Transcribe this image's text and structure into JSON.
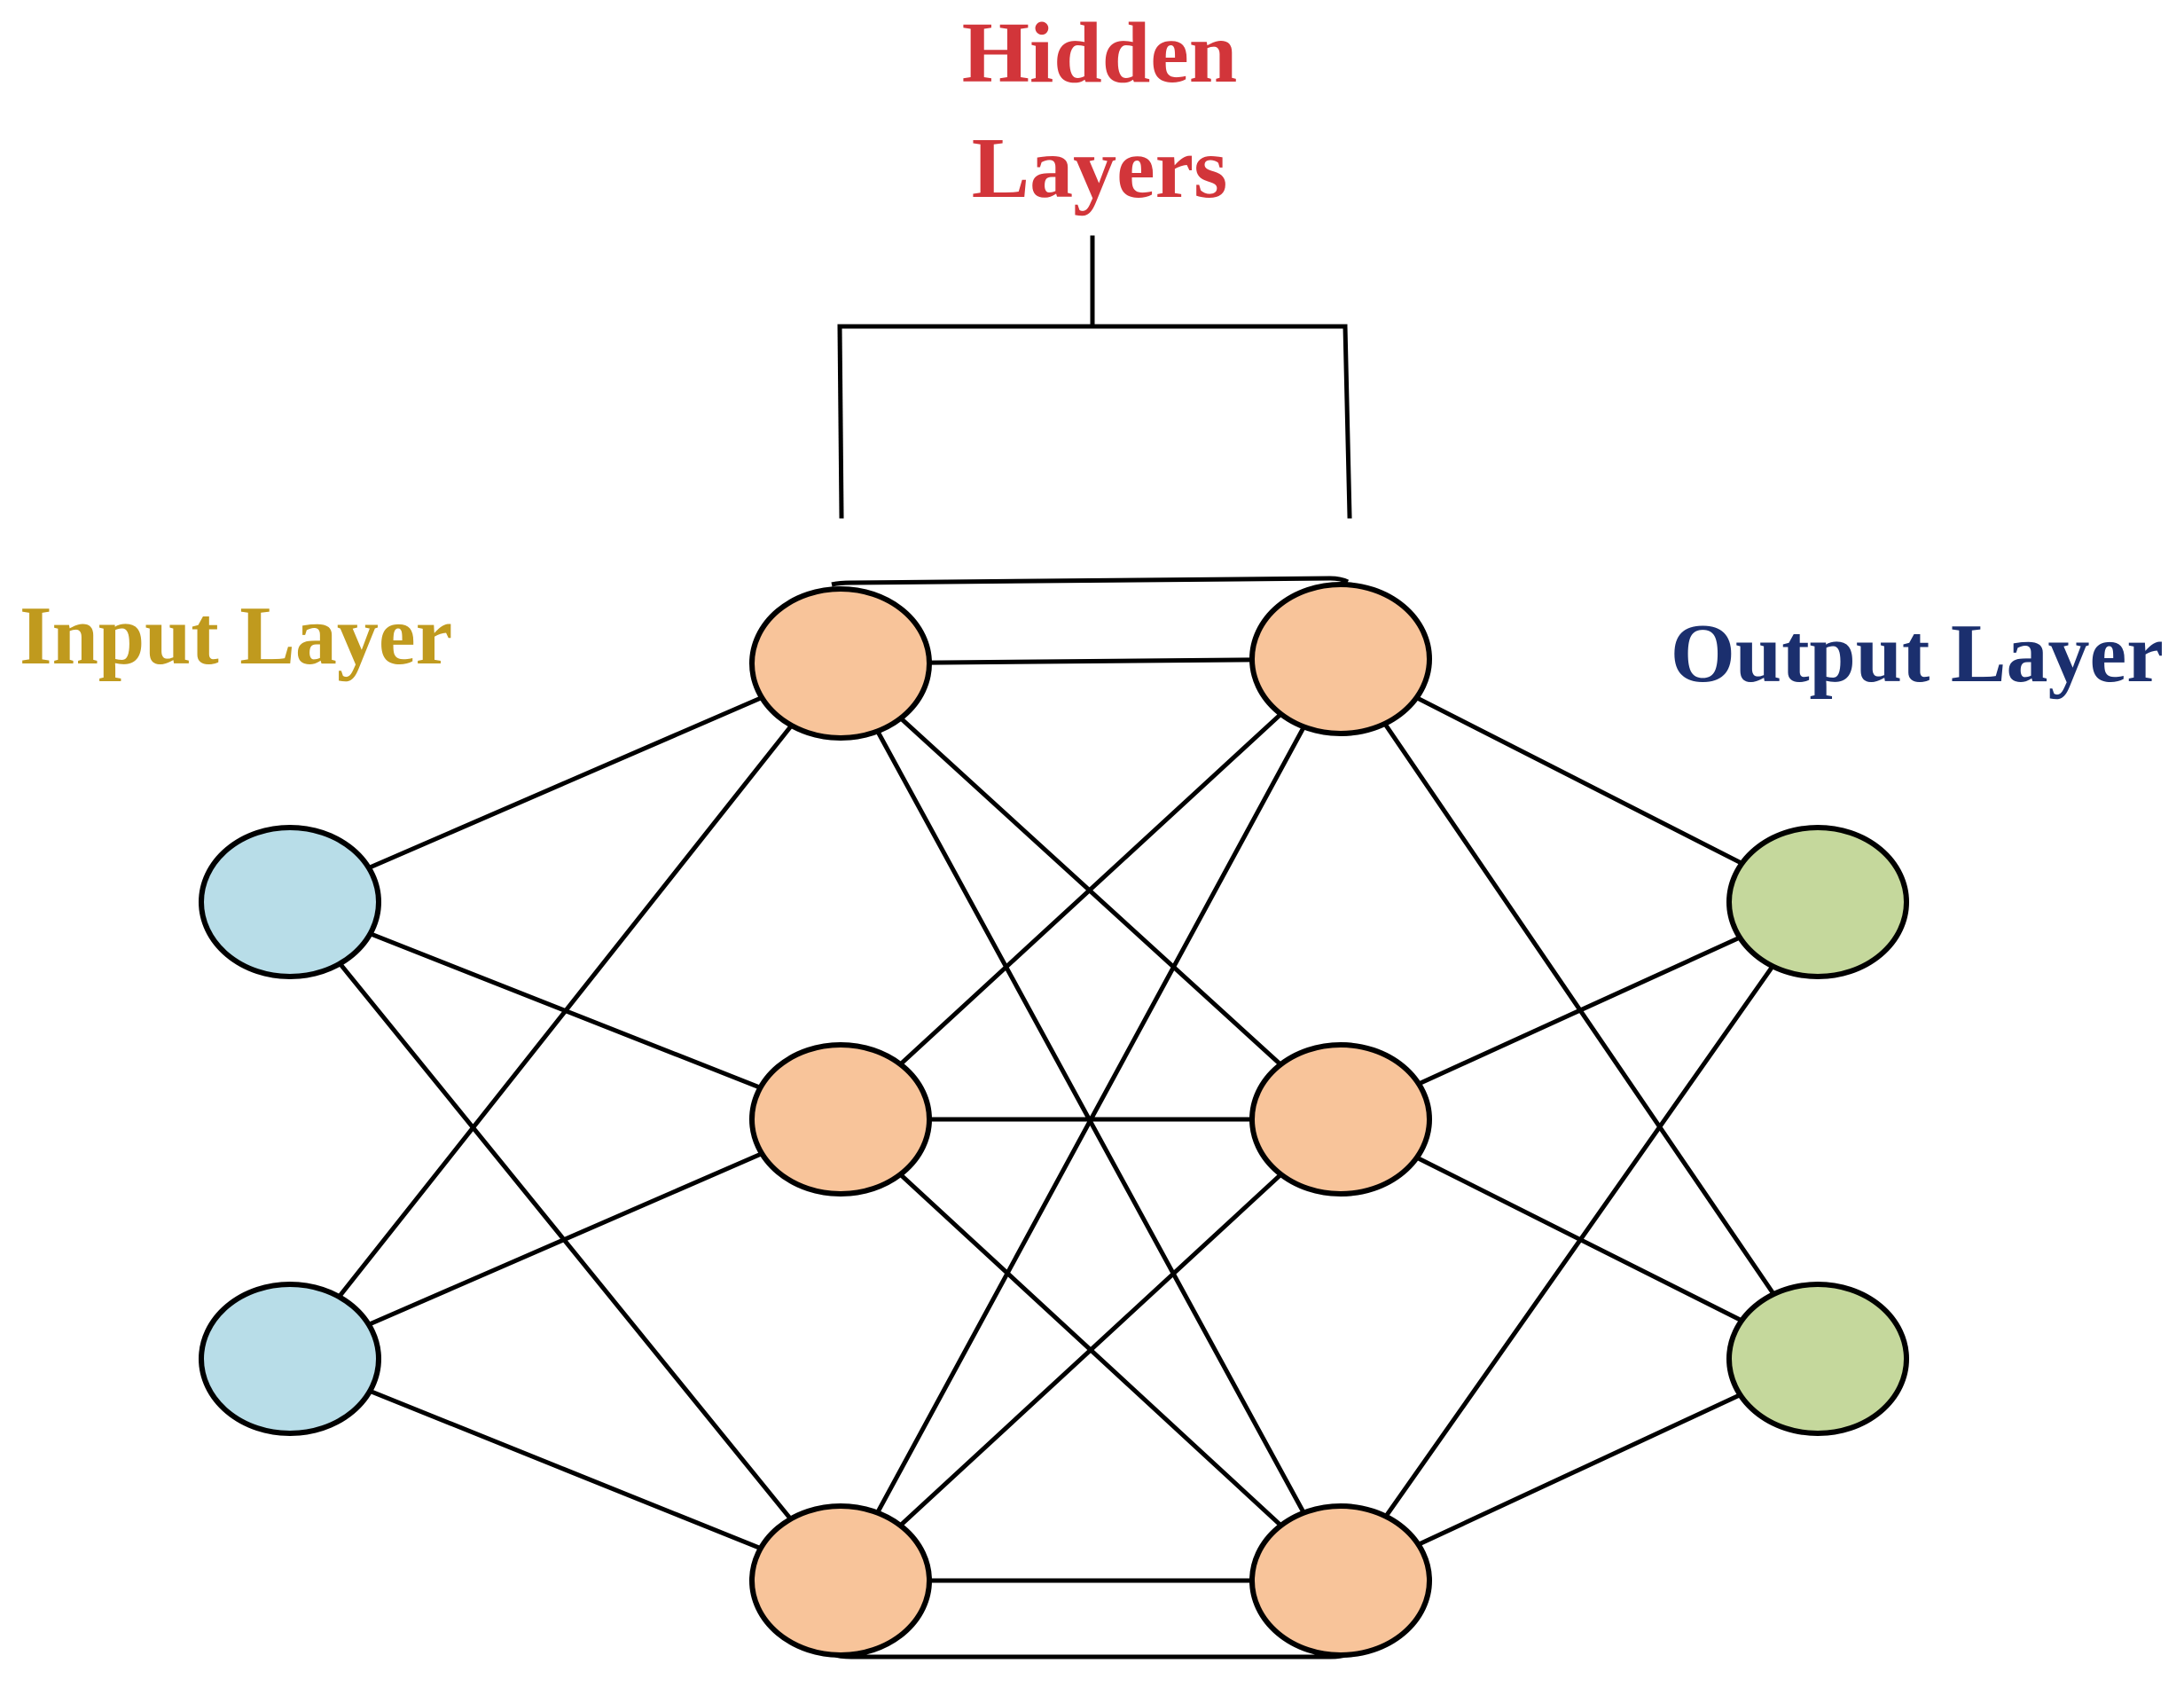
{
  "labels": {
    "hidden_line1": "Hidden",
    "hidden_line2": "Layers",
    "input": "Input Layer",
    "output": "Output Layer"
  },
  "colors": {
    "hidden_label": "#d2353a",
    "input_label": "#c09a1e",
    "output_label": "#1b2f6e",
    "input_node": "#b8dde8",
    "hidden_node": "#f8c49a",
    "output_node": "#c5d89c",
    "stroke": "#000000"
  },
  "network": {
    "layers": [
      {
        "name": "input",
        "nodes": 2
      },
      {
        "name": "hidden-1",
        "nodes": 3
      },
      {
        "name": "hidden-2",
        "nodes": 3
      },
      {
        "name": "output",
        "nodes": 2
      }
    ],
    "fully_connected": true
  }
}
